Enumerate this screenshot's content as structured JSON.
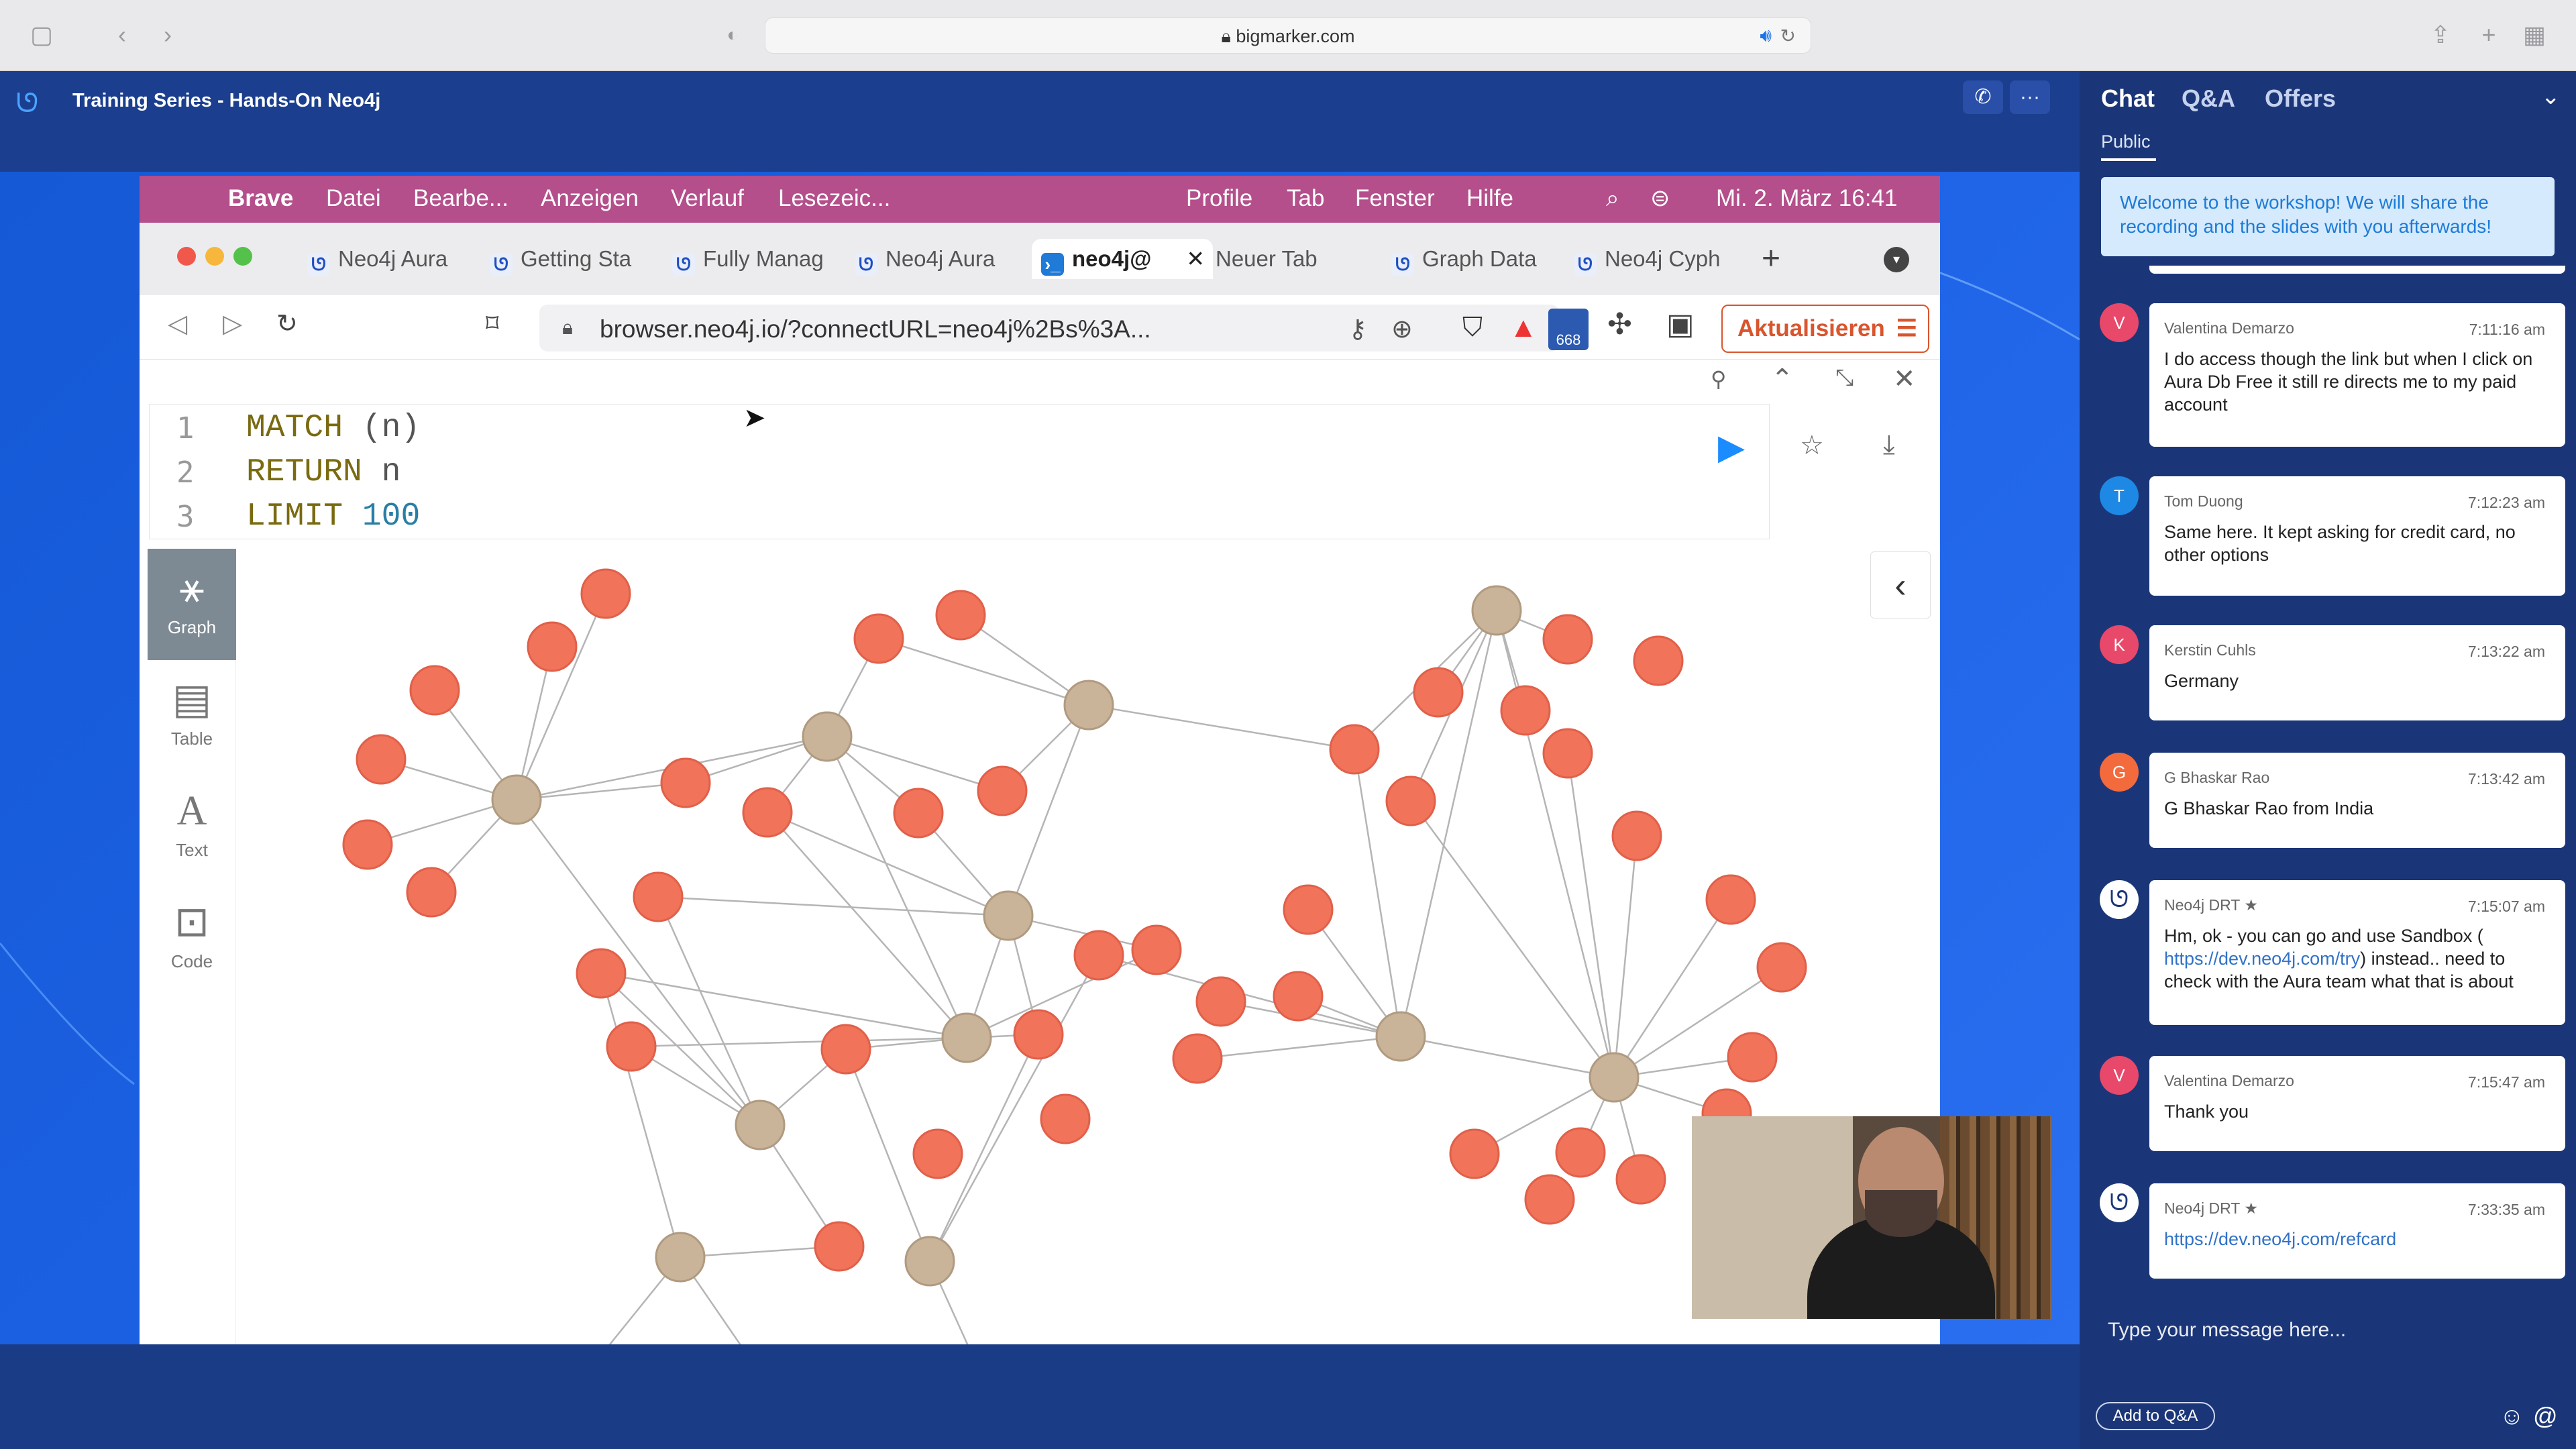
{
  "safari": {
    "url": "bigmarker.com"
  },
  "bigmarker": {
    "title": "Training Series - Hands-On Neo4j"
  },
  "mac_menu": {
    "apple": "",
    "app": "Brave",
    "items": [
      "Datei",
      "Bearbe...",
      "Anzeigen",
      "Verlauf",
      "Lesezeic...",
      "Profile",
      "Tab",
      "Fenster",
      "Hilfe"
    ],
    "datetime": "Mi. 2. März  16:41"
  },
  "tabs": [
    {
      "label": "Neo4j Aura"
    },
    {
      "label": "Getting Sta"
    },
    {
      "label": "Fully Manag"
    },
    {
      "label": "Neo4j Aura"
    },
    {
      "label": "neo4j@"
    },
    {
      "label": "Neuer Tab"
    },
    {
      "label": "Graph Data"
    },
    {
      "label": "Neo4j Cyph"
    }
  ],
  "address": {
    "url": "browser.neo4j.io/?connectURL=neo4j%2Bs%3A...",
    "badge": "668",
    "update_label": "Aktualisieren"
  },
  "editor": {
    "lines": [
      "1",
      "2",
      "3"
    ],
    "kw1": "MATCH",
    "t1": " (n)",
    "kw2": "RETURN",
    "t2": " n",
    "kw3": "LIMIT",
    "t3": "100"
  },
  "neo_sidebar": {
    "graph": "Graph",
    "table": "Table",
    "text": "Text",
    "code": "Code"
  },
  "colors": {
    "node_person": "#f0735a",
    "node_movie": "#c9b49a",
    "edge": "#b5b5b5"
  },
  "chat": {
    "tabs": [
      "Chat",
      "Q&A",
      "Offers"
    ],
    "public": "Public",
    "welcome": "Welcome to the workshop! We will share the recording and the slides with you afterwards!",
    "messages": [
      {
        "initial": "V",
        "name": "Valentina Demarzo",
        "time": "7:11:16 am",
        "text": "I do access though the link but when I click on Aura Db Free it still re directs me to my paid account",
        "color": "#e8486a"
      },
      {
        "initial": "T",
        "name": "Tom Duong",
        "time": "7:12:23 am",
        "text": "Same here. It kept asking for credit card, no other options",
        "color": "#1e88e5"
      },
      {
        "initial": "K",
        "name": "Kerstin Cuhls",
        "time": "7:13:22 am",
        "text": "Germany",
        "color": "#e8486a"
      },
      {
        "initial": "G",
        "name": "G Bhaskar Rao",
        "time": "7:13:42 am",
        "text": "G Bhaskar Rao from India",
        "color": "#f36a3d"
      },
      {
        "initial": "",
        "name": "Neo4j DRT",
        "star": "★",
        "time": "7:15:07 am",
        "text_a": "Hm, ok - you can go and use Sandbox (",
        "link": "https://dev.neo4j.com/try",
        "text_b": ") instead.. need to check with the Aura team what that is about"
      },
      {
        "initial": "V",
        "name": "Valentina Demarzo",
        "time": "7:15:47 am",
        "text": "Thank you",
        "color": "#e8486a"
      },
      {
        "initial": "",
        "name": "Neo4j DRT",
        "star": "★",
        "time": "7:33:35 am",
        "link": "https://dev.neo4j.com/refcard"
      }
    ],
    "input_placeholder": "Type your message here...",
    "add_qa": "Add to Q&A"
  }
}
